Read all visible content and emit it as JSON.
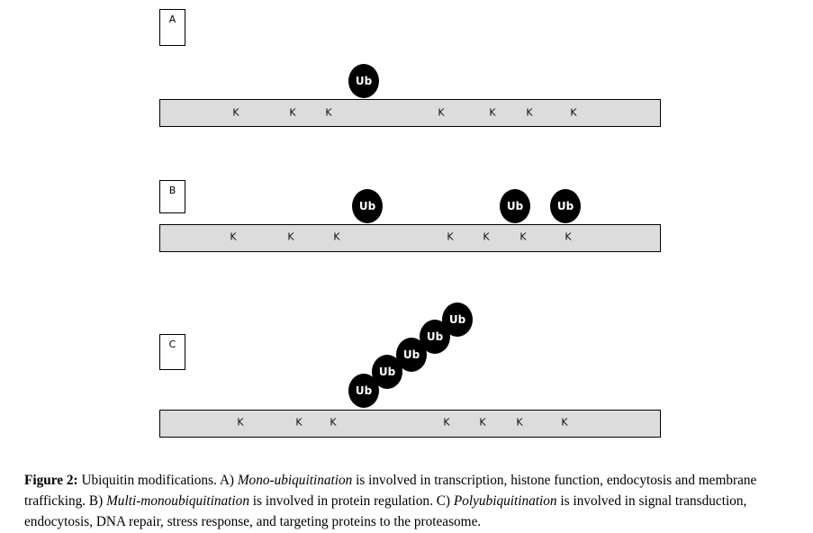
{
  "panels": [
    {
      "label": "A",
      "lysine": "K",
      "ub": "Ub"
    },
    {
      "label": "B",
      "lysine": "K",
      "ub": "Ub"
    },
    {
      "label": "C",
      "lysine": "K",
      "ub": "Ub"
    }
  ],
  "caption": {
    "fig": "Figure 2:",
    "t1": " Ubiquitin modifications. A) ",
    "i1": "Mono-ubiquitination",
    "t2": " is involved in transcription, histone function, endocytosis and membrane trafficking. B) ",
    "i2": "Multi-monoubiquitination",
    "t3": " is involved in protein regulation. C) ",
    "i3": "Polyubiquitination",
    "t4": " is involved in signal transduction, endocytosis, DNA repair, stress response, and targeting proteins to the proteasome."
  }
}
